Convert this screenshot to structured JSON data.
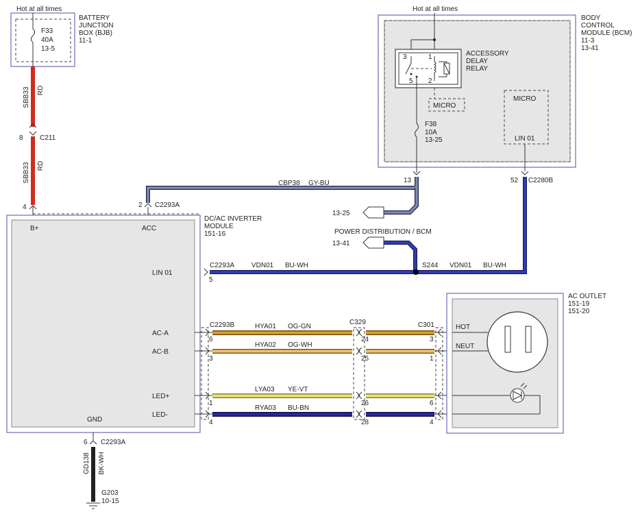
{
  "hot_left": "Hot at all times",
  "hot_right": "Hot at all times",
  "bjb": {
    "l1": "BATTERY",
    "l2": "JUNCTION",
    "l3": "BOX (BJB)",
    "l4": "11-1",
    "fuse_id": "F33",
    "fuse_rating": "40A",
    "fuse_ref": "13-5"
  },
  "bcm": {
    "l1": "BODY",
    "l2": "CONTROL",
    "l3": "MODULE (BCM)",
    "l4": "11-3",
    "l5": "13-41"
  },
  "relay": {
    "l1": "ACCESSORY",
    "l2": "DELAY",
    "l3": "RELAY",
    "p1": "1",
    "p2": "2",
    "p3": "3",
    "p5": "5"
  },
  "micro1": "MICRO",
  "micro2": "MICRO",
  "micro2_pin": "LIN 01",
  "f38": {
    "id": "F38",
    "rating": "10A",
    "ref": "13-25"
  },
  "wire_sbb33": {
    "circuit": "SBB33",
    "color": "RD"
  },
  "c211": {
    "name": "C211",
    "pin": "8"
  },
  "inverter": {
    "l1": "DC/AC INVERTER",
    "l2": "MODULE",
    "l3": "151-16",
    "bplus": "B+",
    "acc": "ACC",
    "lin": "LIN 01",
    "aca": "AC-A",
    "acb": "AC-B",
    "ledp": "LED+",
    "ledm": "LED-",
    "gnd": "GND"
  },
  "c2293a_top": {
    "name": "C2293A",
    "pin_bplus": "4",
    "pin_acc": "2"
  },
  "cbp38": {
    "circuit": "CBP38",
    "color": "GY-BU"
  },
  "bcm_pin13": "13",
  "c2280b": {
    "name": "C2280B",
    "pin": "52"
  },
  "ref_1325": "13-25",
  "power_dist": "POWER DISTRIBUTION / BCM",
  "ref_1341": "13-41",
  "lin_row": {
    "connector": "C2293A",
    "pin": "5",
    "circuit": "VDN01",
    "color": "BU-WH",
    "splice": "S244",
    "circuit2": "VDN01",
    "color2": "BU-WH"
  },
  "c2293b": "C2293B",
  "c329": "C329",
  "c301": "C301",
  "hya01": {
    "circuit": "HYA01",
    "color": "OG-GN",
    "pin_inv": "6",
    "pin_c329": "24",
    "pin_c301": "3"
  },
  "hya02": {
    "circuit": "HYA02",
    "color": "OG-WH",
    "pin_inv": "3",
    "pin_c329": "25",
    "pin_c301": "1"
  },
  "lya03": {
    "circuit": "LYA03",
    "color": "YE-VT",
    "pin_inv": "1",
    "pin_c329": "26",
    "pin_c301": "6"
  },
  "rya03": {
    "circuit": "RYA03",
    "color": "BU-BN",
    "pin_inv": "4",
    "pin_c329": "28",
    "pin_c301": "4"
  },
  "ac_outlet": {
    "l1": "AC OUTLET",
    "l2": "151-19",
    "l3": "151-20",
    "hot": "HOT",
    "neut": "NEUT"
  },
  "gnd_wire": {
    "connector": "C2293A",
    "pin": "6",
    "circuit": "GD138",
    "color": "BK-WH",
    "ground": "G203",
    "ground_ref": "10-15"
  },
  "colors": {
    "red": "#d42a1c",
    "gy_bu": "#7f8bb0",
    "bu_wh": "#2f3fb8",
    "og_gn": "#d9a030",
    "og_wh": "#f0c070",
    "ye_vt": "#ece27a",
    "bu_bn": "#2a2a9e",
    "bk_wh": "#222222",
    "box_border": "#6a6ab8",
    "box_fill": "#e6e6e6"
  }
}
